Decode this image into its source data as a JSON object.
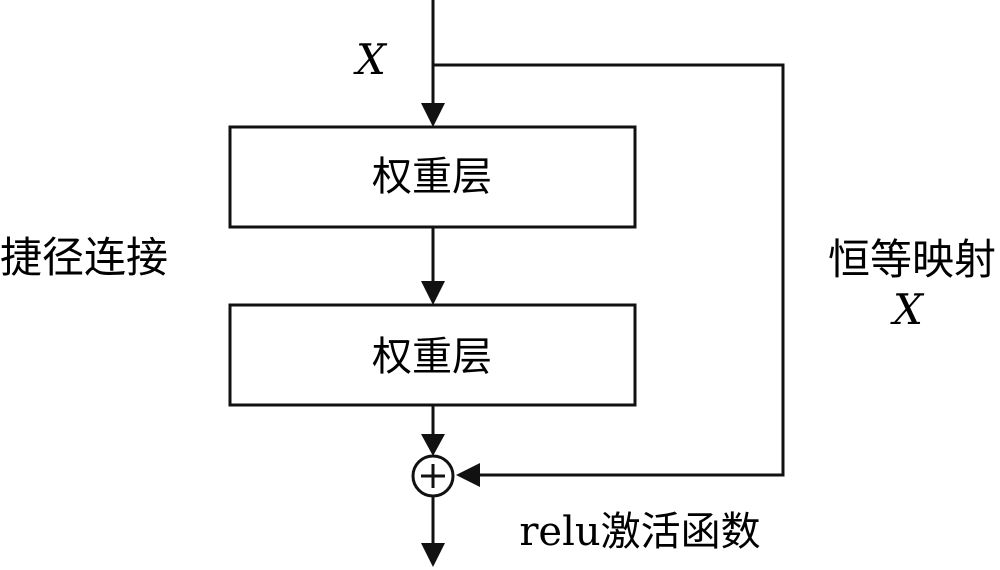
{
  "labels": {
    "input_x": "X",
    "layer_1": "权重层",
    "layer_2": "权重层",
    "shortcut": "捷径连接",
    "identity": "恒等映射",
    "identity_x": "X",
    "activation": "relu激活函数"
  },
  "adder": {
    "symbol": "+"
  }
}
